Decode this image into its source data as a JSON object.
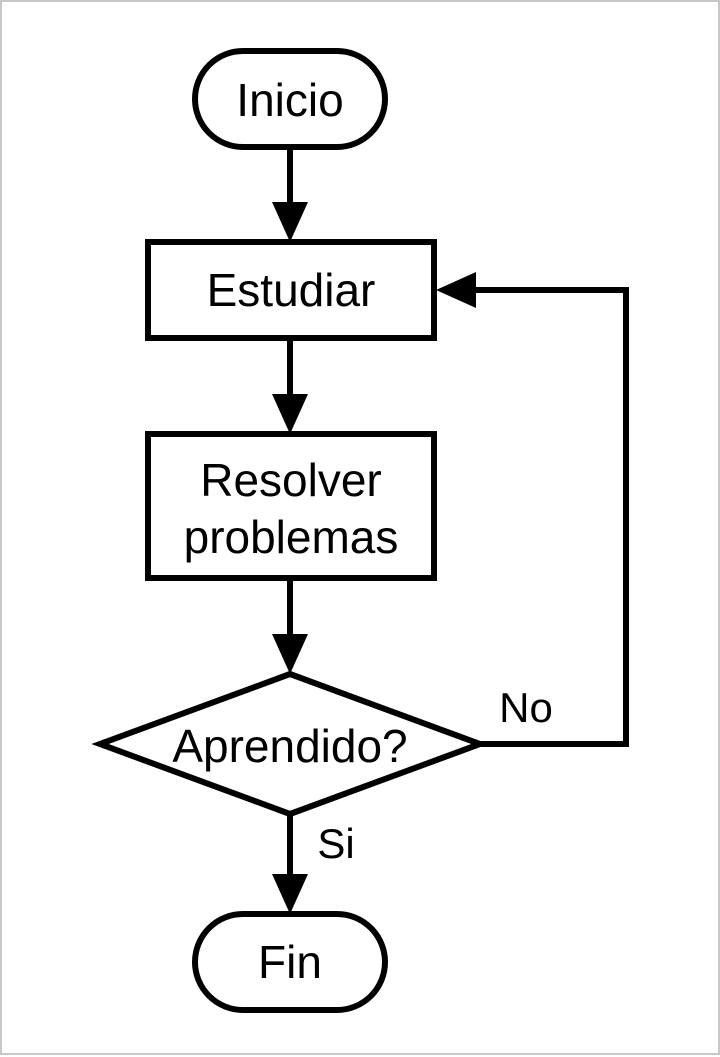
{
  "diagram": {
    "nodes": {
      "start": {
        "label": "Inicio",
        "shape": "terminator"
      },
      "study": {
        "label": "Estudiar",
        "shape": "process"
      },
      "solve": {
        "label_line1": "Resolver",
        "label_line2": "problemas",
        "shape": "process"
      },
      "decision": {
        "label": "Aprendido?",
        "shape": "decision"
      },
      "end": {
        "label": "Fin",
        "shape": "terminator"
      }
    },
    "edges": [
      {
        "from": "start",
        "to": "study",
        "label": ""
      },
      {
        "from": "study",
        "to": "solve",
        "label": ""
      },
      {
        "from": "solve",
        "to": "decision",
        "label": ""
      },
      {
        "from": "decision",
        "to": "end",
        "label": "Si"
      },
      {
        "from": "decision",
        "to": "study",
        "label": "No"
      }
    ],
    "colors": {
      "stroke": "#000000",
      "fill": "#ffffff",
      "border": "#c8c8c8"
    }
  }
}
